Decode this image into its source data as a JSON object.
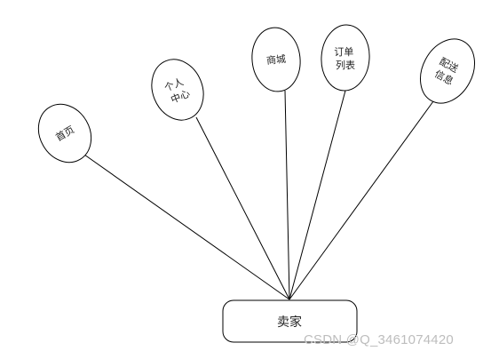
{
  "diagram": {
    "root": {
      "label": "卖家"
    },
    "nodes": [
      {
        "id": "home",
        "lines": [
          "首页"
        ]
      },
      {
        "id": "personal-center",
        "lines": [
          "个人",
          "中心"
        ]
      },
      {
        "id": "mall",
        "lines": [
          "商城"
        ]
      },
      {
        "id": "order-list",
        "lines": [
          "订单",
          "列表"
        ]
      },
      {
        "id": "delivery-info",
        "lines": [
          "配送",
          "信息"
        ]
      }
    ],
    "colors": {
      "stroke": "#000000",
      "text": "#222222",
      "background": "#ffffff"
    }
  },
  "watermark": "CSDN @Q_3461074420"
}
